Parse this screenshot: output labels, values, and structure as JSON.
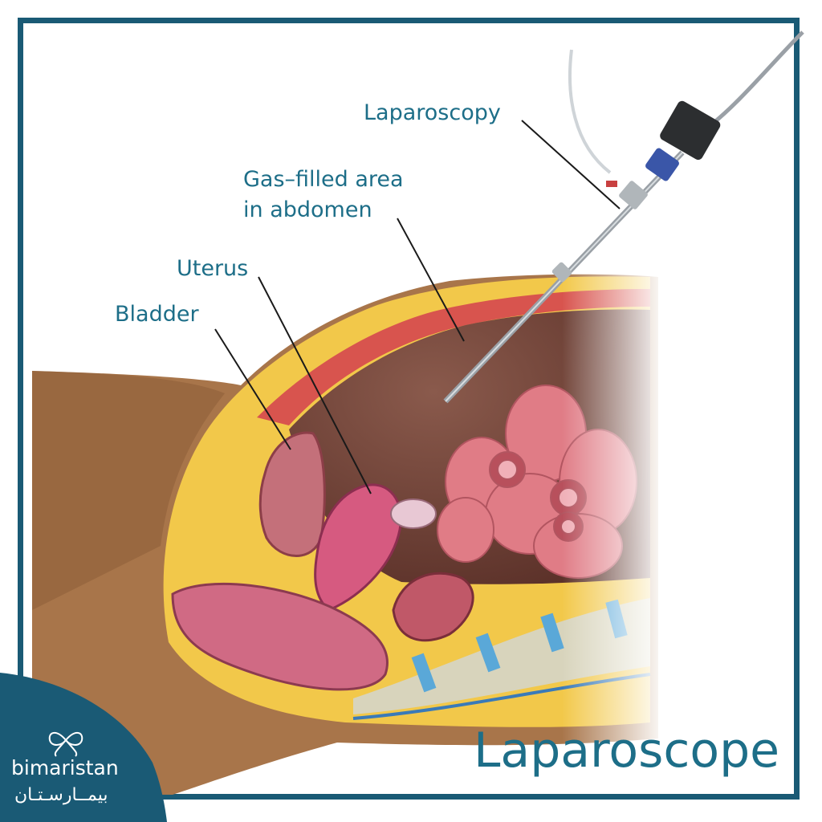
{
  "labels": {
    "laparoscopy": "Laparoscopy",
    "gas_filled_area": "Gas–filled area in abdomen",
    "uterus": "Uterus",
    "bladder": "Bladder"
  },
  "title": "Laparoscope",
  "logo": {
    "name": "bimaristan",
    "arabic": "بيمــارسـتـان"
  },
  "colors": {
    "frame": "#1a5a75",
    "label_text": "#1d6e88",
    "skin": "#a8754a",
    "fat": "#f2c84a",
    "muscle": "#d8544e",
    "cavity": "#7a4a3e",
    "organ_pink": "#d8727f",
    "intestine": "#e07c86",
    "spine": "#d8d4bc",
    "disc": "#5aa8d8"
  }
}
